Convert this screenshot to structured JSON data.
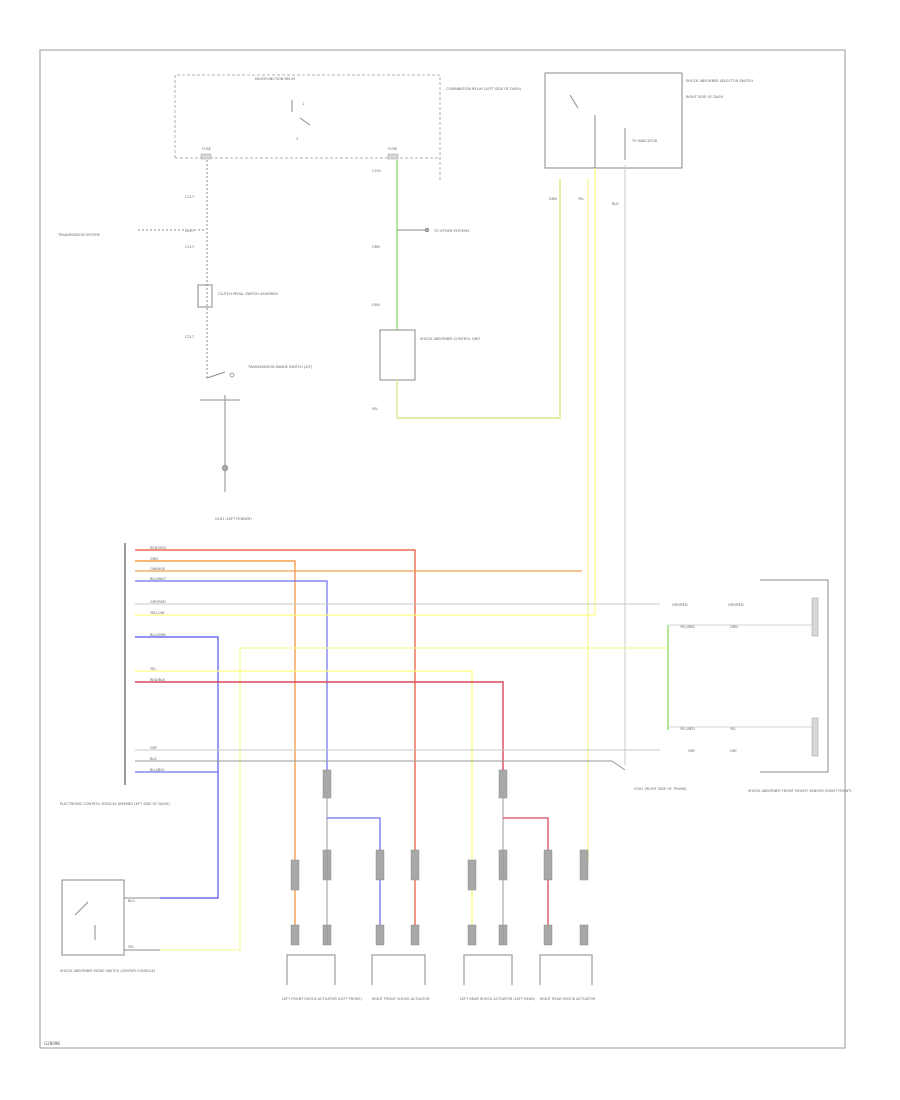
{
  "colors": {
    "green": "#7fdc5a",
    "yellow": "#ffff80",
    "light_yellow": "#f6f6a0",
    "orange": "#f5a050",
    "red_orange": "#ef6a50",
    "blue": "#6f6ff0",
    "red": "#d8485a",
    "light_gray": "#c8c8c8",
    "gray": "#8a8a8a",
    "dark": "#555555"
  },
  "labels": {
    "top_relay_box": "MULTIFUNCTION RELAY",
    "top_relay_desc": "COMBINATION RELAY (LEFT SIDE OF DASH)",
    "fuse_left": "FUSE",
    "fuse_right": "FUSE",
    "transmission": "TRANSMISSION SYSTEM",
    "clutch_switch": "CLUTCH PEDAL SWITCH ASSEMBLY",
    "trans_range_switch": "TRANSMISSION RANGE SWITCH (A/T)",
    "ground_left": "G101 (LEFT FENDER)",
    "to_system": "TO OTHER SYSTEMS",
    "center_module": "SHOCK ABSORBER CONTROL UNIT",
    "top_right_switch": "SHOCK ABSORBER SELECTOR SWITCH",
    "top_right_desc": "RIGHT SIDE OF DASH",
    "ecu_label": "ELECTRONIC CONTROL MODULE (BEHIND LEFT SIDE OF DASH)",
    "right_sensor": "SHOCK ABSORBER FRONT HEIGHT SENSOR (RIGHT FRONT)",
    "right_ground": "G301 (RIGHT SIDE OF TRUNK)",
    "bottom_left_switch": "SHOCK ABSORBER MODE SWITCH (CENTER CONSOLE)",
    "actuator_lf": "LEFT FRONT SHOCK ACTUATOR (LEFT FRONT)",
    "actuator_rf": "RIGHT FRONT SHOCK ACTUATOR",
    "actuator_lr": "LEFT REAR SHOCK ACTUATOR (LEFT REAR)",
    "actuator_rr": "RIGHT REAR SHOCK ACTUATOR",
    "figure_id": "G28098"
  },
  "wire_labels": {
    "w_orange": "ORANGE",
    "w_red_org": "RED/ORG",
    "w_grn": "GRN",
    "w_yellow": "YELLOW",
    "w_blue": "BLU/WHT",
    "w_gry_red": "GRY/RED",
    "w_yel": "YELLOW",
    "w_blu2": "BLU/GRN",
    "w_yel2": "YEL",
    "w_red_blk": "RED/BLK",
    "w_gry": "GRY",
    "w_blu3": "BLU/BLK",
    "w_grn2": "GRN"
  }
}
